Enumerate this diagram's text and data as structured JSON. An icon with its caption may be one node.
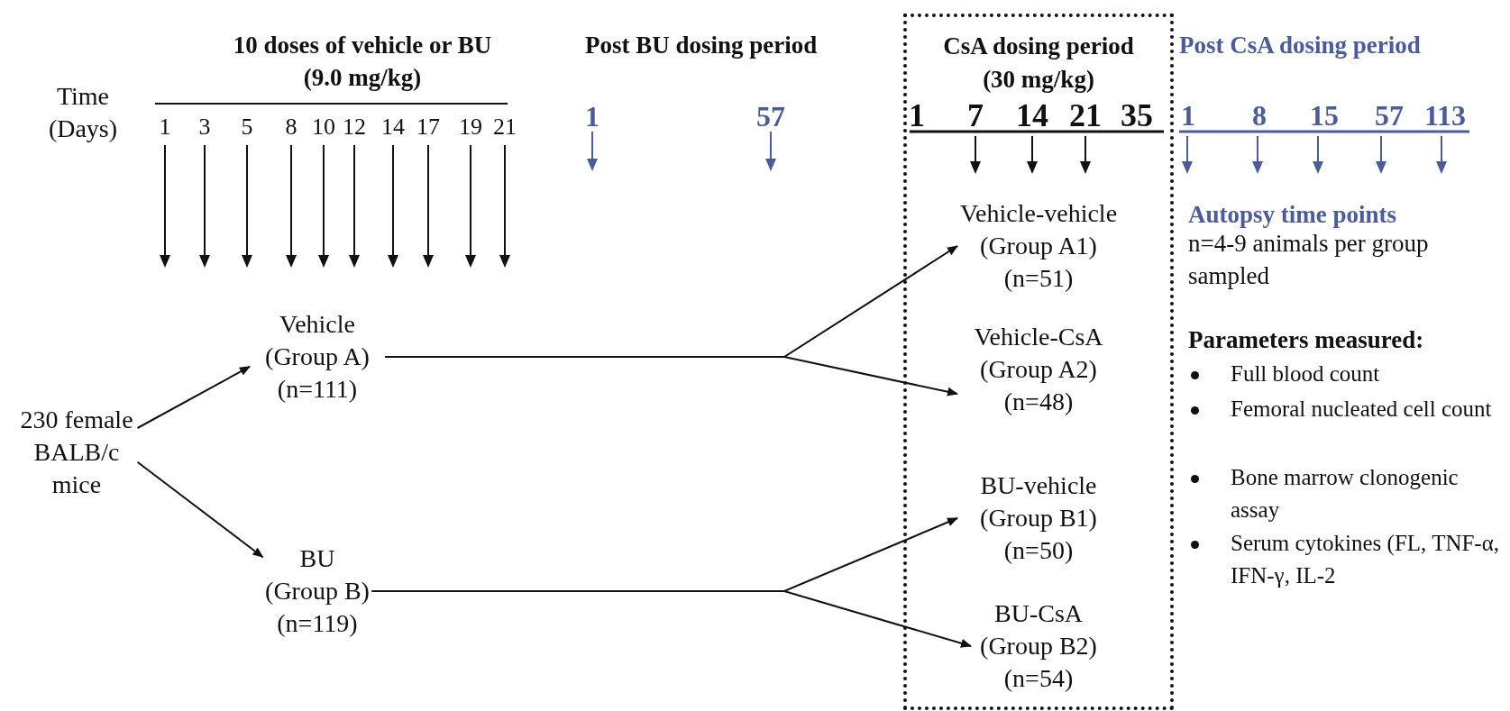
{
  "diagram": {
    "nodes": [
      {
        "text": [
          "230 female BALB/c mice"
        ]
      },
      {
        "text": [
          "Vehicle (Group A) (n=111)"
        ]
      },
      {
        "text": [
          "BU (Group B) (n=119)"
        ]
      },
      {
        "text": [
          "CsA dosing period (30 mg/kg)"
        ]
      },
      {
        "text": [
          "Vehicle-vehicle (Group A1) (n=51)"
        ],
        "in": 3
      },
      {
        "text": [
          "Vehicle-CsA (Group A2) (n=48)"
        ],
        "in": 3
      },
      {
        "text": [
          "BU-vehicle (Group B1) (n=50)"
        ],
        "in": 3
      },
      {
        "text": [
          "BU-CsA (Group B2) (n=54)"
        ],
        "in": 3
      }
    ],
    "edges": [
      {
        "from": 0,
        "to": 1,
        "arrow": "to"
      },
      {
        "from": 0,
        "to": 2,
        "arrow": "to"
      },
      {
        "from": 1,
        "to": 4,
        "arrow": "to"
      },
      {
        "from": 1,
        "to": 5,
        "arrow": "to"
      },
      {
        "from": 2,
        "to": 6,
        "arrow": "to"
      },
      {
        "from": 2,
        "to": 7,
        "arrow": "to"
      }
    ],
    "labels": [
      "Time (Days)",
      "10 doses of vehicle or BU (9.0 mg/kg)",
      "1",
      "3",
      "5",
      "8",
      "10",
      "12",
      "14",
      "17",
      "19",
      "21",
      "Post BU dosing period",
      "1",
      "57",
      "1",
      "7",
      "14",
      "21",
      "35",
      "Post CsA dosing period",
      "1",
      "8",
      "15",
      "57",
      "113",
      "Autopsy time points",
      "n=4-9 animals per group sampled",
      "Parameters measured:",
      "Full blood count",
      "Femoral nucleated cell count",
      "Bone marrow clonogenic assay",
      "Serum cytokines (FL, TNF-α, IFN-γ, IL-2"
    ]
  }
}
